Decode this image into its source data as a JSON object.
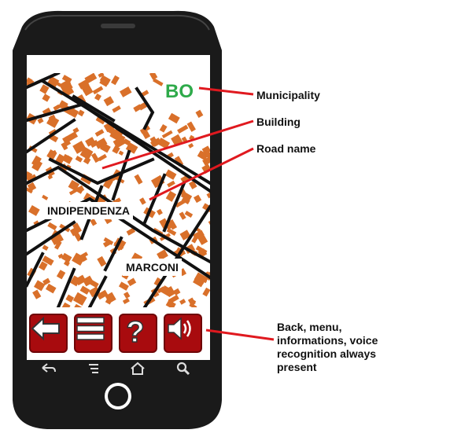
{
  "map": {
    "municipality_code": "BO",
    "road_labels": [
      "INDIPENDENZA",
      "MARCONI"
    ]
  },
  "annotations": {
    "municipality": "Municipality",
    "building": "Building",
    "road_name": "Road name",
    "controls_line1": "Back, menu,",
    "controls_line2": "informations, voice",
    "controls_line3": "recognition always",
    "controls_line4": "present"
  },
  "app_buttons": [
    {
      "icon": "back-arrow-icon"
    },
    {
      "icon": "menu-icon"
    },
    {
      "icon": "question-mark-icon",
      "glyph": "?"
    },
    {
      "icon": "speaker-icon"
    }
  ],
  "nav_buttons": [
    "back-icon",
    "menu-lines-icon",
    "home-icon",
    "search-icon"
  ],
  "colors": {
    "building": "#d9702a",
    "button": "#a80b0e",
    "municipality": "#2eaa4a",
    "callout_line": "#e0191f"
  }
}
